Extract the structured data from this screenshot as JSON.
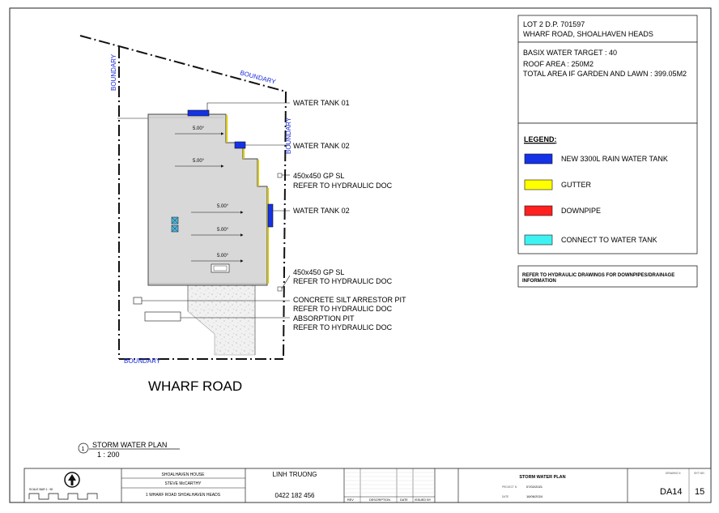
{
  "info": {
    "lot": "LOT 2 D.P. 701597",
    "address": "WHARF ROAD, SHOALHAVEN HEADS",
    "basix_target": "BASIX WATER TARGET : 40",
    "roof_area": "ROOF AREA : 250M2",
    "total_area": "TOTAL AREA IF GARDEN AND LAWN : 399.05M2"
  },
  "legend": {
    "title": "LEGEND:",
    "items": [
      {
        "label": "NEW 3300L RAIN WATER TANK",
        "color": "#1432e6"
      },
      {
        "label": "GUTTER",
        "color": "#ffff00"
      },
      {
        "label": "DOWNPIPE",
        "color": "#ff2020"
      },
      {
        "label": "CONNECT TO WATER TANK",
        "color": "#3ff2f2"
      }
    ]
  },
  "note": {
    "line1": "REFER TO HYDRAULIC DRAWINGS FOR DOWNPIPES/DRAINAGE",
    "line2": "INFORMATION"
  },
  "plan": {
    "boundary_label": "BOUNDARY",
    "road_label": "WHARF ROAD",
    "slope_label": "5.00°",
    "callouts": {
      "tank1": "WATER TANK 01",
      "tank2a": "WATER TANK 02",
      "pit1_a": "450x450 GP SL",
      "pit1_b": "REFER TO HYDRAULIC DOC",
      "tank2b": "WATER TANK 02",
      "pit2_a": "450x450 GP SL",
      "pit2_b": "REFER TO HYDRAULIC DOC",
      "silt_a": "CONCRETE SILT ARRESTOR PIT",
      "silt_b": "REFER TO HYDRAULIC DOC",
      "abs_a": "ABSORPTION PIT",
      "abs_b": "REFER TO HYDRAULIC DOC"
    },
    "title_number": "1",
    "title": "STORM WATER PLAN",
    "scale": "1 : 200"
  },
  "titleblock": {
    "project": "SHOALHAVEN HOUSE",
    "client": "STEVE McCARTHY",
    "site": "1 WHARF ROAD SHOALHAVEN HEADS",
    "designer": "LINH TRUONG",
    "phone": "0422 182 456",
    "drawing_title": "STORM WATER PLAN",
    "drawing_no": "DA14",
    "sheet": "15",
    "rev_header_rev": "REV",
    "rev_header_desc": "DESCRIPTION",
    "rev_header_date": "DATE",
    "rev_header_issued": "ISSUED BY",
    "project_no_label": "PROJECT N",
    "project_no": "07/02/2021",
    "date_label": "DATE",
    "date": "16/06/2024",
    "drawing_label": "DRAWING N",
    "sheet_label": "SHT N/N",
    "scale_bar": "SCALE BAR 1 : 50"
  }
}
